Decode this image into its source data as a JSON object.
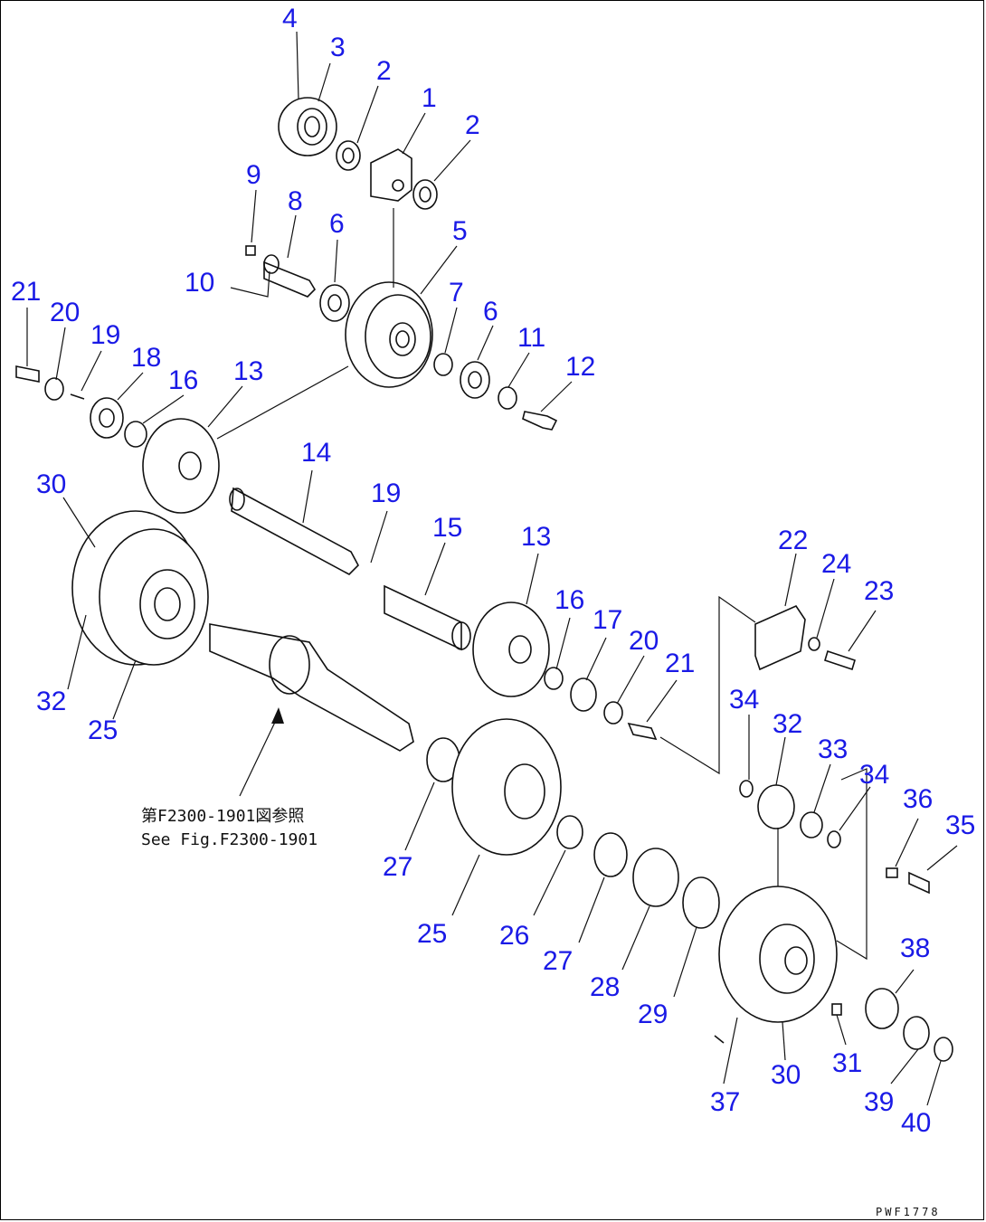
{
  "diagram": {
    "callouts": [
      "4",
      "3",
      "2",
      "1",
      "2",
      "9",
      "8",
      "6",
      "5",
      "10",
      "7",
      "6",
      "11",
      "12",
      "21",
      "20",
      "19",
      "18",
      "16",
      "13",
      "14",
      "19",
      "15",
      "30",
      "13",
      "16",
      "17",
      "20",
      "21",
      "22",
      "24",
      "23",
      "32",
      "25",
      "34",
      "32",
      "33",
      "34",
      "36",
      "35",
      "27",
      "25",
      "26",
      "27",
      "28",
      "29",
      "38",
      "30",
      "31",
      "37",
      "39",
      "40"
    ],
    "reference_note": {
      "line1": "第F2300-1901図参照",
      "line2": "See Fig.F2300-1901"
    },
    "drawing_code": "PWF1778",
    "colors": {
      "callout": "#1a1ae6",
      "line": "#111111",
      "background": "#ffffff"
    }
  }
}
